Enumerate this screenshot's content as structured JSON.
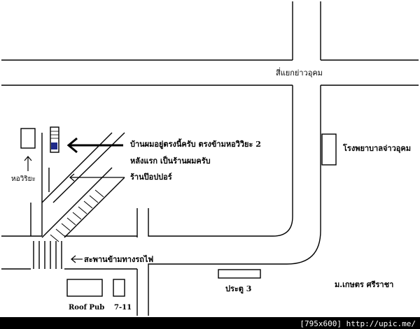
{
  "map": {
    "labels": {
      "junction": "สี่แยกย่าวอุคม",
      "hospital": "โรงพยาบาลจ่าวอุคม",
      "home_note_line1": "บ้านผมอยู่ตรงนี้ครับ ตรงข้ามหอวิวิยะ 2",
      "home_note_line2": "หลังแรก เป็นร้านผมครับ",
      "shop": "ร้านป๊อปปอร์",
      "dorm": "หอวิริยะ",
      "crossing": "สะพานข้ามทางรถไฟ",
      "gate": "ประตู 3",
      "university": "ม.เกษตร ศรีราชา",
      "pub": "Roof Pub",
      "seven_eleven": "7-11"
    },
    "watermark": "[795x600] http://upic.me/"
  }
}
